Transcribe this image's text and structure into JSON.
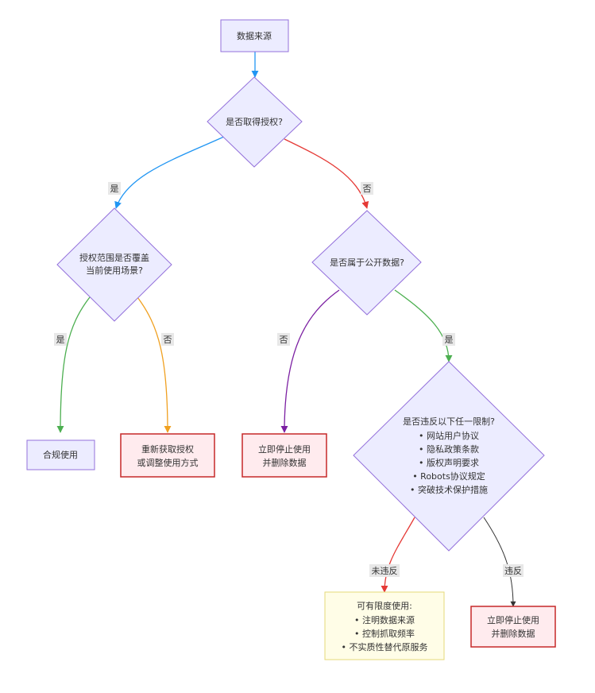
{
  "colors": {
    "node_fill": "#ECECFF",
    "node_stroke": "#9370DB",
    "danger_fill": "#FFEBEE",
    "danger_stroke": "#C62828",
    "note_fill": "#FFFDE7",
    "note_stroke": "#E6D97A",
    "edge_blue": "#2196F3",
    "edge_red": "#E53935",
    "edge_green": "#4CAF50",
    "edge_orange": "#F0A020",
    "edge_purple": "#7B1FA2",
    "edge_black": "#333333"
  },
  "nodes": {
    "source": {
      "lines": [
        "数据来源"
      ]
    },
    "authorized": {
      "lines": [
        "是否取得授权?"
      ]
    },
    "scope": {
      "lines": [
        "授权范围是否覆盖",
        "当前使用场景?"
      ]
    },
    "public": {
      "lines": [
        "是否属于公开数据?"
      ]
    },
    "compliant": {
      "lines": [
        "合规使用"
      ]
    },
    "reauthorize": {
      "lines": [
        "重新获取授权",
        "或调整使用方式"
      ]
    },
    "stop1": {
      "lines": [
        "立即停止使用",
        "并删除数据"
      ]
    },
    "violate": {
      "lines": [
        "是否违反以下任一限制?",
        "• 网站用户协议",
        "• 隐私政策条款",
        "• 版权声明要求",
        "• Robots协议规定",
        "• 突破技术保护措施"
      ]
    },
    "limited": {
      "lines": [
        "可有限度使用:",
        "• 注明数据来源",
        "• 控制抓取频率",
        "• 不实质性替代原服务"
      ]
    },
    "stop2": {
      "lines": [
        "立即停止使用",
        "并删除数据"
      ]
    }
  },
  "edges": {
    "auth_yes": "是",
    "auth_no": "否",
    "scope_yes": "是",
    "scope_no": "否",
    "public_no": "否",
    "public_yes": "是",
    "not_violated": "未违反",
    "violated": "违反"
  }
}
